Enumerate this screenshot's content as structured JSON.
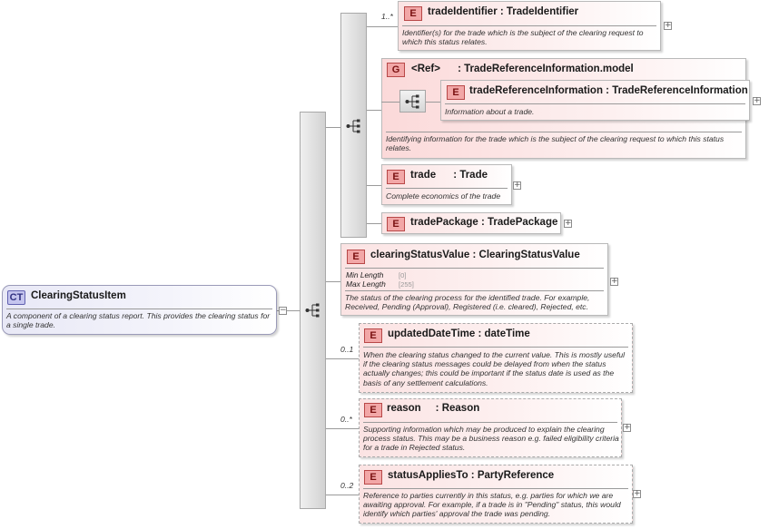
{
  "root": {
    "badge": "CT",
    "name": "ClearingStatusItem",
    "description": "A component of a clearing status report. This provides the clearing status for a single trade."
  },
  "elements": {
    "tradeIdentifier": {
      "badge": "E",
      "title": "tradeIdentifier : TradeIdentifier",
      "cardinality": "1..*",
      "description": "Identifier(s) for the trade which is the subject of the clearing request to which this status relates."
    },
    "group": {
      "badge": "G",
      "title": "<Ref>      : TradeReferenceInformation.model",
      "description": "Identifying information for the trade which is the subject of the clearing request to which this status relates."
    },
    "tradeReferenceInformation": {
      "badge": "E",
      "title": "tradeReferenceInformation : TradeReferenceInformation",
      "description": "Information about a trade."
    },
    "trade": {
      "badge": "E",
      "title": "trade      : Trade",
      "description": "Complete economics of the trade"
    },
    "tradePackage": {
      "badge": "E",
      "title": "tradePackage : TradePackage"
    },
    "clearingStatusValue": {
      "badge": "E",
      "title": "clearingStatusValue : ClearingStatusValue",
      "facets": [
        {
          "name": "Min Length",
          "value": "[0]"
        },
        {
          "name": "Max Length",
          "value": "[255]"
        }
      ],
      "description": "The status of the clearing process for the identified trade. For example, Received, Pending (Approval), Registered (i.e. cleared), Rejected, etc."
    },
    "updatedDateTime": {
      "badge": "E",
      "title": "updatedDateTime : dateTime",
      "cardinality": "0..1",
      "description": "When the clearing status changed to the current value. This is mostly useful if the clearing status messages could be delayed from when the status actually changes; this could be important if the status date is used as the basis of any settlement calculations."
    },
    "reason": {
      "badge": "E",
      "title": "reason     : Reason",
      "cardinality": "0..*",
      "description": "Supporting information which may be produced to explain the clearing process status. This may be a business reason e.g. failed eligibility criteria for a trade in Rejected status."
    },
    "statusAppliesTo": {
      "badge": "E",
      "title": "statusAppliesTo : PartyReference",
      "cardinality": "0..2",
      "description": "Reference to parties currently in this status, e.g. parties for which we are awaiting approval. For example, if a trade is in \"Pending\" status, this would identify which parties' approval the trade was pending."
    }
  },
  "icons": {
    "expand": "+",
    "collapse": "−"
  }
}
